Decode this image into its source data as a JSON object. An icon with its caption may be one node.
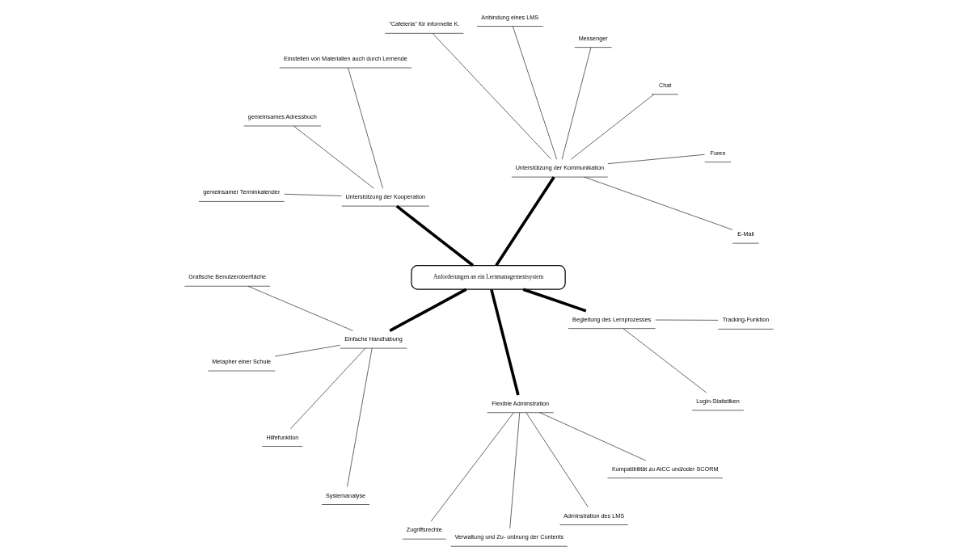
{
  "diagram": {
    "nodes": [
      {
        "text": [
          "Anforderungen an ein Lernmanagementsystem"
        ]
      },
      {
        "text": [
          "Unterstützung der Kommunikation"
        ]
      },
      {
        "text": [
          "E-Mail"
        ]
      },
      {
        "text": [
          "Foren"
        ]
      },
      {
        "text": [
          "Chat"
        ]
      },
      {
        "text": [
          "Messenger"
        ]
      },
      {
        "text": [
          "Anbindung eines LMS"
        ]
      },
      {
        "text": [
          "\"Cafeteria\" für informelle K."
        ]
      },
      {
        "text": [
          "Unterstützung der Kooperation"
        ]
      },
      {
        "text": [
          "Einstellen von Materialien auch durch Lernende"
        ]
      },
      {
        "text": [
          "gemeinsames Adressbuch"
        ]
      },
      {
        "text": [
          "gemeinsamer Terminkalender"
        ]
      },
      {
        "text": [
          "Einfache Handhabung"
        ]
      },
      {
        "text": [
          "Grafische Benutzeroberfläche"
        ]
      },
      {
        "text": [
          "Metapher einer Schule"
        ]
      },
      {
        "text": [
          "Hilfefunktion"
        ]
      },
      {
        "text": [
          "Systemanalyse"
        ]
      },
      {
        "text": [
          "Flexible Adminstration"
        ]
      },
      {
        "text": [
          "Zugriffsrechte"
        ]
      },
      {
        "text": [
          "Verwaltung und Zu- ordnung der Contents"
        ]
      },
      {
        "text": [
          "Adminstration des LMS"
        ]
      },
      {
        "text": [
          "Kompatibilität zu AICC und/oder SCORM"
        ]
      },
      {
        "text": [
          "Begleitung des Lernprozesses"
        ]
      },
      {
        "text": [
          "Login-Statistiken"
        ]
      },
      {
        "text": [
          "Tracking-Funktion"
        ]
      }
    ],
    "edges": [
      {
        "from": 0,
        "to": 1,
        "arrow": "none",
        "style": "thick"
      },
      {
        "from": 1,
        "to": 2,
        "arrow": "none"
      },
      {
        "from": 1,
        "to": 3,
        "arrow": "none"
      },
      {
        "from": 1,
        "to": 4,
        "arrow": "none"
      },
      {
        "from": 1,
        "to": 5,
        "arrow": "none"
      },
      {
        "from": 1,
        "to": 6,
        "arrow": "none"
      },
      {
        "from": 1,
        "to": 7,
        "arrow": "none"
      },
      {
        "from": 0,
        "to": 8,
        "arrow": "none",
        "style": "thick"
      },
      {
        "from": 8,
        "to": 9,
        "arrow": "none"
      },
      {
        "from": 8,
        "to": 10,
        "arrow": "none"
      },
      {
        "from": 8,
        "to": 11,
        "arrow": "none"
      },
      {
        "from": 0,
        "to": 12,
        "arrow": "none",
        "style": "thick"
      },
      {
        "from": 12,
        "to": 13,
        "arrow": "none"
      },
      {
        "from": 12,
        "to": 14,
        "arrow": "none"
      },
      {
        "from": 12,
        "to": 15,
        "arrow": "none"
      },
      {
        "from": 12,
        "to": 16,
        "arrow": "none"
      },
      {
        "from": 0,
        "to": 17,
        "arrow": "none",
        "style": "thick"
      },
      {
        "from": 17,
        "to": 18,
        "arrow": "none"
      },
      {
        "from": 17,
        "to": 19,
        "arrow": "none"
      },
      {
        "from": 17,
        "to": 20,
        "arrow": "none"
      },
      {
        "from": 17,
        "to": 21,
        "arrow": "none"
      },
      {
        "from": 0,
        "to": 22,
        "arrow": "none",
        "style": "thick"
      },
      {
        "from": 22,
        "to": 23,
        "arrow": "none"
      },
      {
        "from": 22,
        "to": 24,
        "arrow": "none"
      }
    ]
  }
}
